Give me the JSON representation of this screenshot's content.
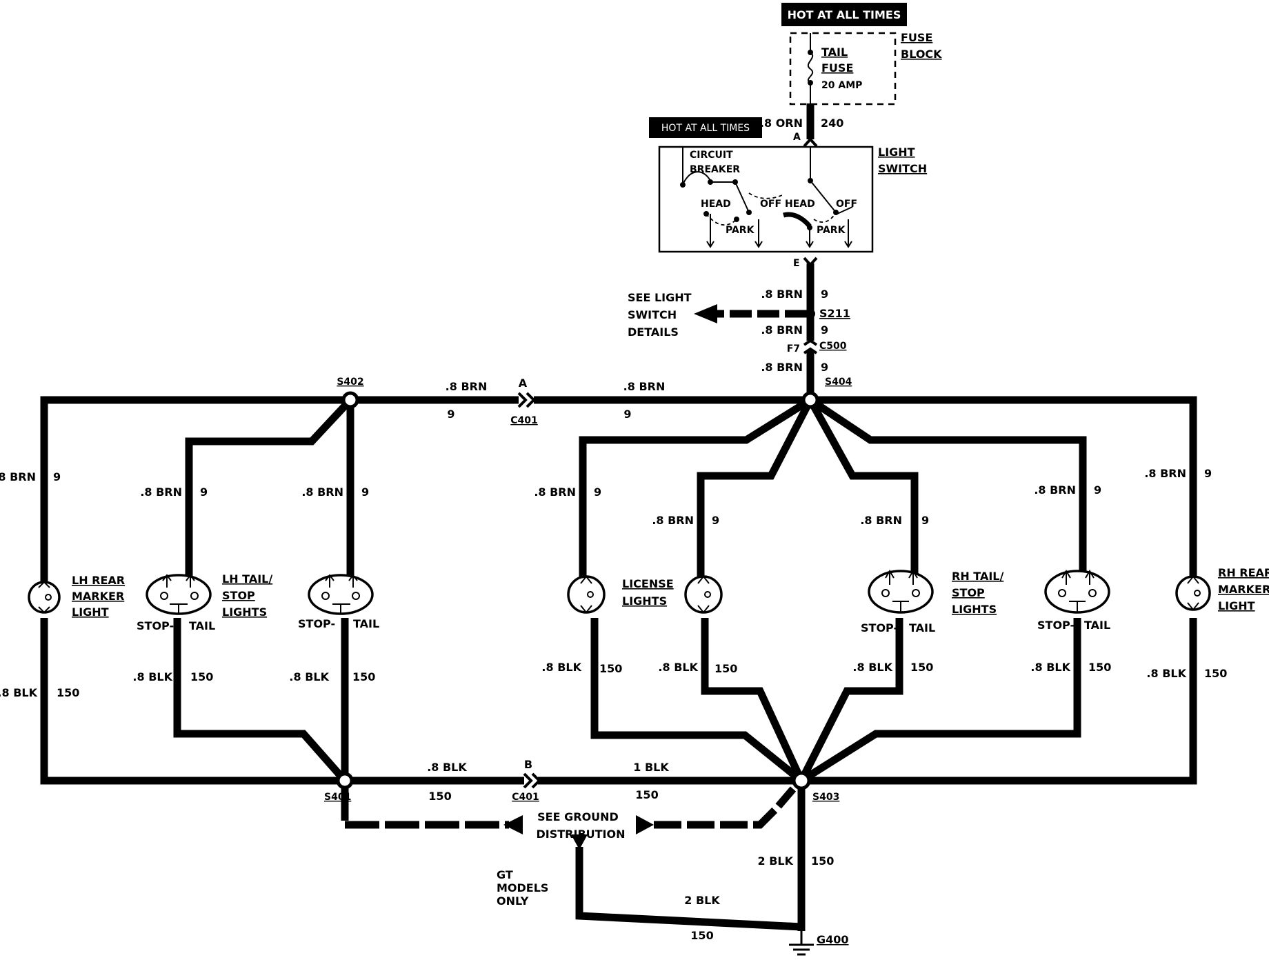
{
  "diagram": {
    "hot_label_top": "HOT AT ALL TIMES",
    "hot_label_switch": "HOT AT ALL TIMES",
    "fuse_block": {
      "l1": "FUSE",
      "l2": "BLOCK"
    },
    "tail_fuse": {
      "l1": "TAIL",
      "l2": "FUSE",
      "rating": "20 AMP"
    },
    "feed_wire": {
      "gauge": ".8 ORN",
      "circuit": "240",
      "terminal": "A"
    },
    "light_switch": {
      "l1": "LIGHT",
      "l2": "SWITCH"
    },
    "switch_internals": {
      "circuit": "CIRCUIT",
      "breaker": "BREAKER",
      "head1": "HEAD",
      "off1": "OFF",
      "park1": "PARK",
      "head2": "HEAD",
      "off2": "OFF",
      "park2": "PARK"
    },
    "switch_terminal_e": "E",
    "see_light_switch": {
      "l1": "SEE LIGHT",
      "l2": "SWITCH",
      "l3": "DETAILS"
    },
    "splices": {
      "s211": "S211",
      "s404": "S404",
      "s402": "S402",
      "s401": "S401",
      "s403": "S403"
    },
    "c500": {
      "name": "C500",
      "pin": "F7"
    },
    "c401_top": {
      "name": "C401",
      "pin": "A"
    },
    "c401_bottom": {
      "name": "C401",
      "pin": "B"
    },
    "brn_gauge": ".8 BRN",
    "brn_circuit": "9",
    "blk_gauge": ".8 BLK",
    "blk_circuit": "150",
    "main_blk_gauge": "1 BLK",
    "ground_trunk": {
      "gauge": "2 BLK",
      "circuit": "150"
    },
    "gt_ground": {
      "gauge": "2 BLK",
      "circuit": "150"
    },
    "gt_models": {
      "l1": "GT",
      "l2": "MODELS",
      "l3": "ONLY"
    },
    "see_ground": {
      "l1": "SEE GROUND",
      "l2": "DISTRIBUTION"
    },
    "ground_point": "G400",
    "lamps": {
      "lh_marker": {
        "l1": "LH REAR",
        "l2": "MARKER",
        "l3": "LIGHT"
      },
      "lh_tail": {
        "l1": "LH TAIL/",
        "l2": "STOP",
        "l3": "LIGHTS"
      },
      "license": {
        "l1": "LICENSE",
        "l2": "LIGHTS"
      },
      "rh_tail": {
        "l1": "RH TAIL/",
        "l2": "STOP",
        "l3": "LIGHTS"
      },
      "rh_marker": {
        "l1": "RH REAR",
        "l2": "MARKER",
        "l3": "LIGHT"
      }
    },
    "stop_label": "STOP-",
    "tail_label": "TAIL"
  }
}
